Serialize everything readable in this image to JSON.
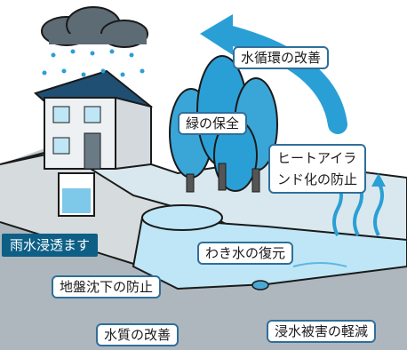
{
  "labels": {
    "water_cycle": "水循環の改善",
    "green": "緑の保全",
    "heat_island_line1": "ヒートアイラ",
    "heat_island_line2": "ンド化の防止",
    "rain_infiltration": "雨水浸透ます",
    "spring_water": "わき水の復元",
    "subsidence": "地盤沈下の防止",
    "water_quality": "水質の改善",
    "flood": "浸水被害の軽減"
  },
  "colors": {
    "accent_blue": "#2a9fd6",
    "dark_teal": "#0d5f86",
    "ground": "#b9c2c8",
    "water": "#bfe6f6"
  }
}
